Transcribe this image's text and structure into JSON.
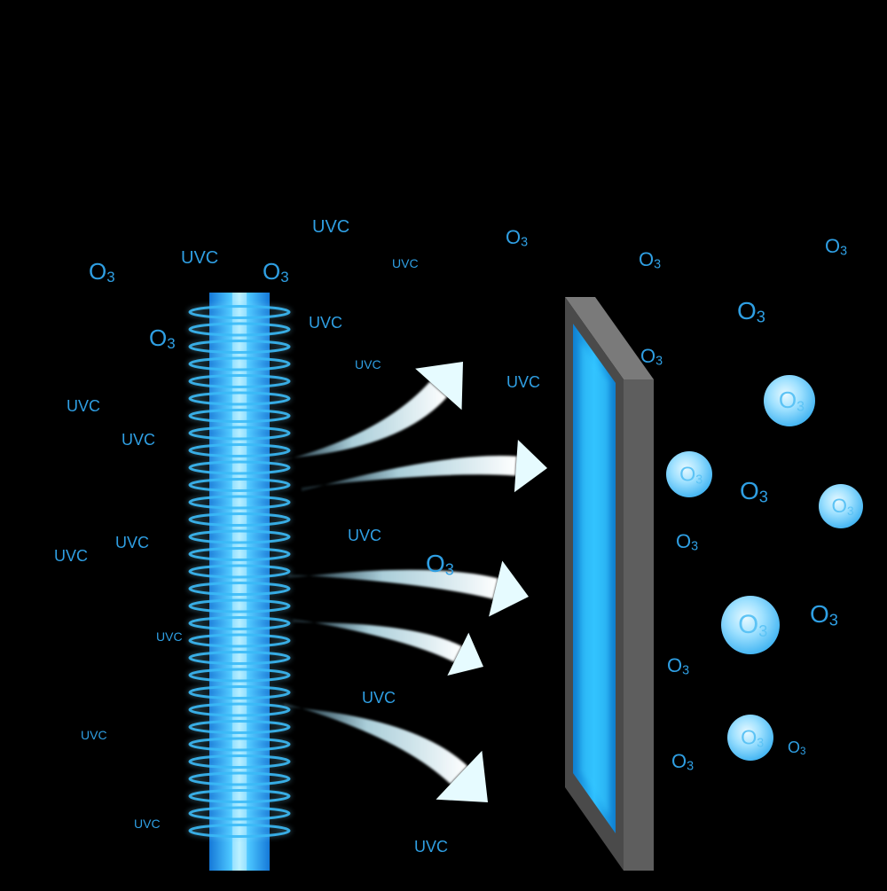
{
  "labels": {
    "uvc": "UVC",
    "ozone_main": "O",
    "ozone_sub": "3"
  },
  "colors": {
    "background": "#000000",
    "label_blue": "#2f9fe3",
    "lamp_core": "#5fd0ff",
    "lamp_edge": "#1a8fe0",
    "coil": "#2bb3f5",
    "arrow": "#e6fbff",
    "filter_face": "#5a5a5a",
    "filter_side": "#6e6e6e",
    "filter_glow": "#1aa8f0",
    "bubble": "#6fd0ff"
  },
  "icons": {
    "lamp": "uvc-lamp-tube-icon",
    "arrow": "airflow-arrow-icon",
    "filter": "filter-panel-icon",
    "bubble": "ozone-bubble-icon"
  }
}
